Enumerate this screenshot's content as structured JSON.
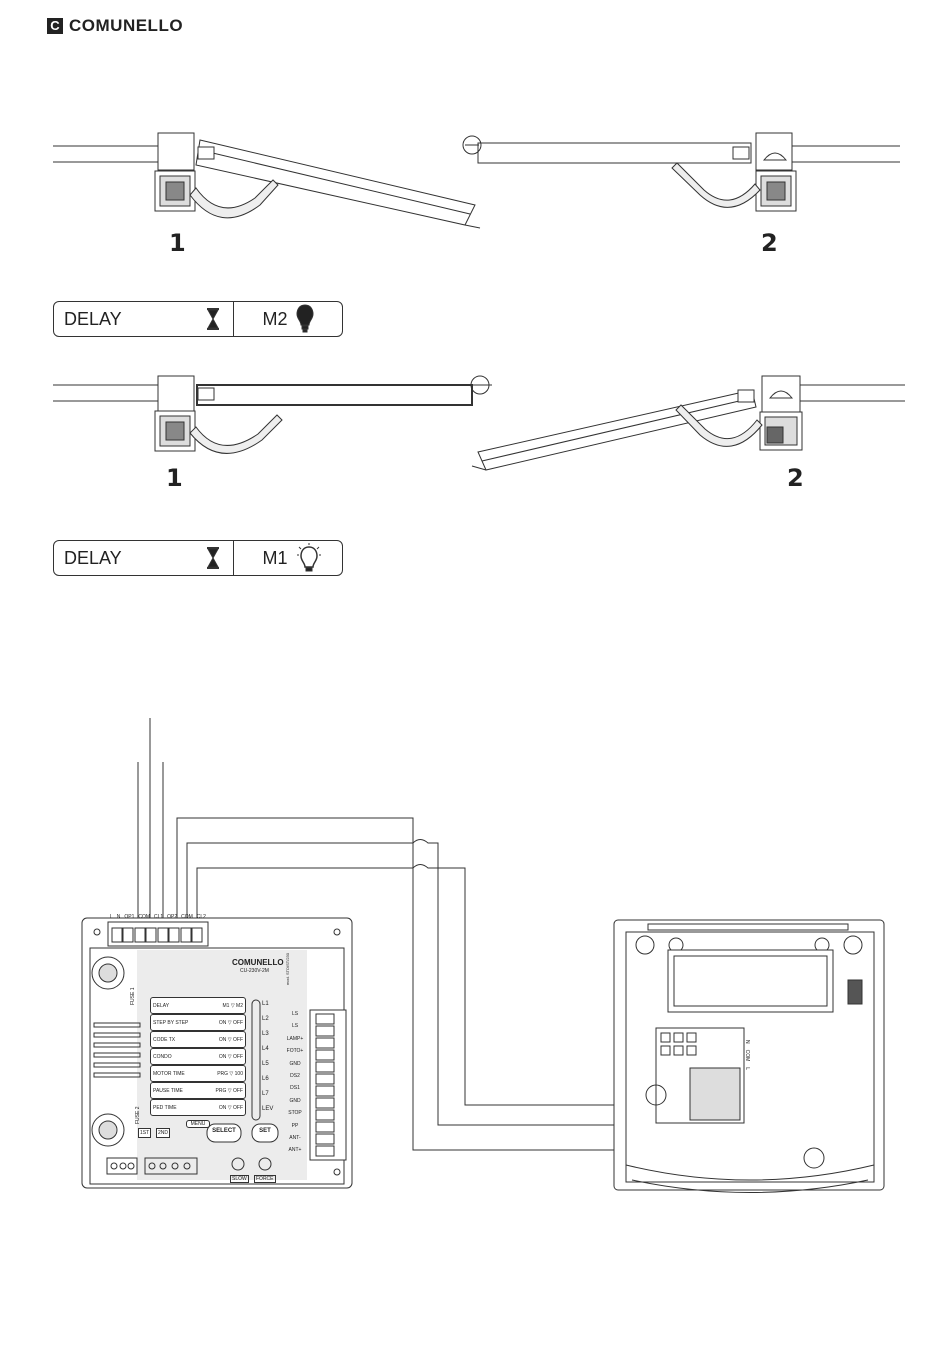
{
  "brand": {
    "name": "COMUNELLO",
    "mark": "C"
  },
  "step1": {
    "gate_labels": [
      "1",
      "2"
    ],
    "panel": {
      "label": "DELAY",
      "motor": "M2",
      "light_icon": "bulb-filled-icon",
      "timer_icon": "hourglass-icon"
    }
  },
  "step2": {
    "gate_labels": [
      "1",
      "2"
    ],
    "panel": {
      "label": "DELAY",
      "motor": "M1",
      "light_icon": "bulb-outline-icon",
      "timer_icon": "hourglass-icon"
    }
  },
  "board": {
    "brand": "COMUNELLO",
    "model": "CU-230V-2M",
    "code": "mod. STD/ST/230",
    "fuse1": "FUSE 1",
    "fuse2": "FUSE 2",
    "top_terminals": [
      "L",
      "N",
      "OP1",
      "COM",
      "CL1",
      "OP2",
      "COM",
      "CL2"
    ],
    "menu_rows": [
      {
        "name": "DELAY",
        "value": "M1 ▽ M2",
        "led": "L1"
      },
      {
        "name": "STEP BY STEP",
        "value": "ON ▽ OFF",
        "led": "L2"
      },
      {
        "name": "CODE TX",
        "value": "ON ▽ OFF",
        "led": "L3"
      },
      {
        "name": "CONDO",
        "value": "ON ▽ OFF",
        "led": "L4"
      },
      {
        "name": "MOTOR TIME",
        "value": "PRG ▽ 100",
        "led": "L5"
      },
      {
        "name": "PAUSE TIME",
        "value": "PRG ▽ OFF",
        "led": "L6"
      },
      {
        "name": "PED TIME",
        "value": "ON ▽ OFF",
        "led": "L7"
      }
    ],
    "menu_label": "MENU",
    "lev_label": "LEV",
    "right_terminals": [
      "LS",
      "LS",
      "LAMP+",
      "FOTO+",
      "GND",
      "DS2",
      "DS1",
      "GND",
      "STOP",
      "PP",
      "ANT-",
      "ANT+"
    ],
    "buttons": {
      "select": "SELECT",
      "set": "SET",
      "slow": "SLOW",
      "force": "FORCE"
    },
    "small_labels": {
      "left": "1ST",
      "right": "2ND"
    }
  },
  "lamp": {
    "terminal_labels": [
      "N",
      "COM",
      "L"
    ]
  }
}
